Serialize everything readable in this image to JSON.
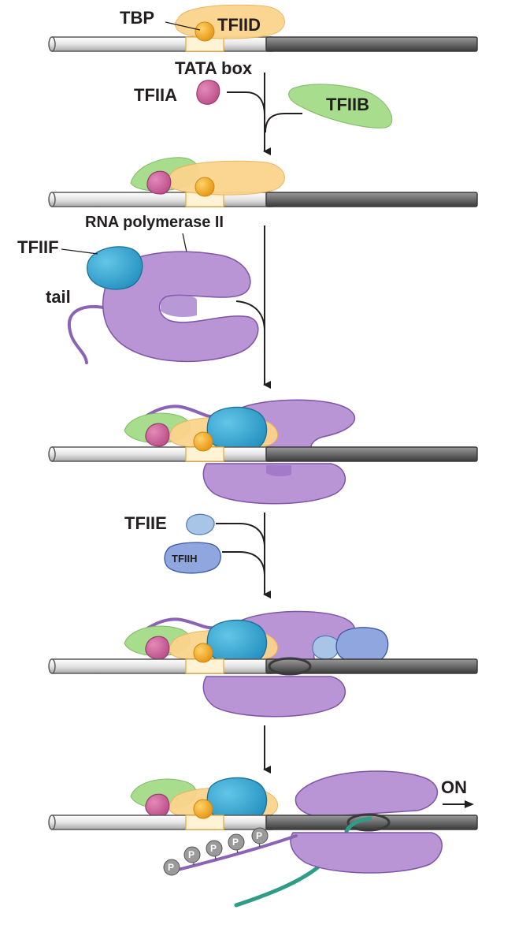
{
  "labels": {
    "tbp": "TBP",
    "tfiid": "TFIID",
    "tata_box": "TATA box",
    "tfiia": "TFIIA",
    "tfiib": "TFIIB",
    "rna_pol_ii": "RNA polymerase II",
    "tfiif": "TFIIF",
    "tail": "tail",
    "tfiie": "TFIIE",
    "tfiih": "TFIIH",
    "on": "ON",
    "phosphate": "P"
  },
  "colors": {
    "tfiid": "#fbd48d",
    "tbp": "#f3a51b",
    "tfiia": "#c75494",
    "tfiib": "#a7dd8c",
    "rna_polymerase": "#b995d6",
    "tfiif": "#2fa3cf",
    "tfiie": "#a8c4e6",
    "tfiih": "#8fa6df",
    "rna": "#2e9c86",
    "dna_light": "#e6e6e6",
    "dna_dark": "#6b6b6b"
  }
}
